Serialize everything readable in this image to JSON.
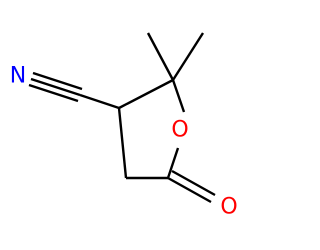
{
  "molecule": {
    "atoms": [
      {
        "id": "N1",
        "label": "N",
        "color": "#0000ff"
      },
      {
        "id": "O1",
        "label": "O",
        "color": "#ff0000"
      },
      {
        "id": "O2",
        "label": "O",
        "color": "#ff0000"
      }
    ]
  },
  "colors": {
    "bond": "#000000",
    "nitrogen": "#0000ff",
    "oxygen": "#ff0000",
    "background": "#ffffff"
  }
}
